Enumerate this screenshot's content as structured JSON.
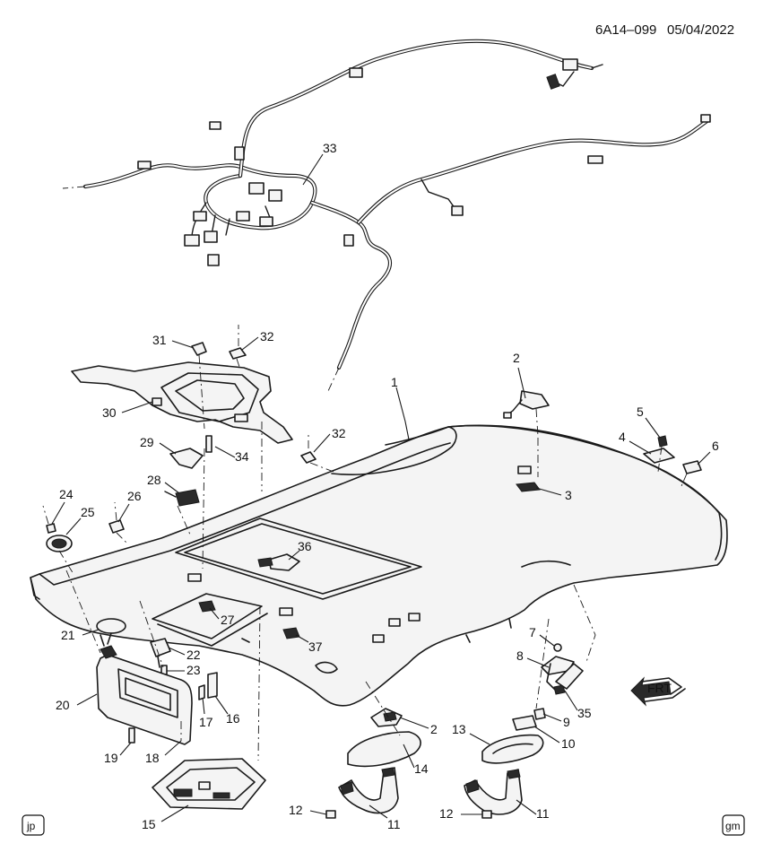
{
  "header": {
    "drawing_number": "6A14–099",
    "drawing_date": "05/04/2022"
  },
  "callouts": {
    "c1": "1",
    "c2a": "2",
    "c2b": "2",
    "c3": "3",
    "c4": "4",
    "c5": "5",
    "c6": "6",
    "c7": "7",
    "c8": "8",
    "c9": "9",
    "c10": "10",
    "c11a": "11",
    "c11b": "11",
    "c12a": "12",
    "c12b": "12",
    "c13": "13",
    "c14": "14",
    "c15": "15",
    "c16": "16",
    "c17": "17",
    "c18": "18",
    "c19": "19",
    "c20": "20",
    "c21": "21",
    "c22": "22",
    "c23": "23",
    "c24": "24",
    "c25": "25",
    "c26": "26",
    "c27": "27",
    "c28": "28",
    "c29": "29",
    "c30": "30",
    "c31": "31",
    "c32a": "32",
    "c32b": "32",
    "c33": "33",
    "c34": "34",
    "c35": "35",
    "c36": "36",
    "c37": "37"
  },
  "front_indicator": "FRT",
  "badges": {
    "left": "jp",
    "right": "gm"
  }
}
